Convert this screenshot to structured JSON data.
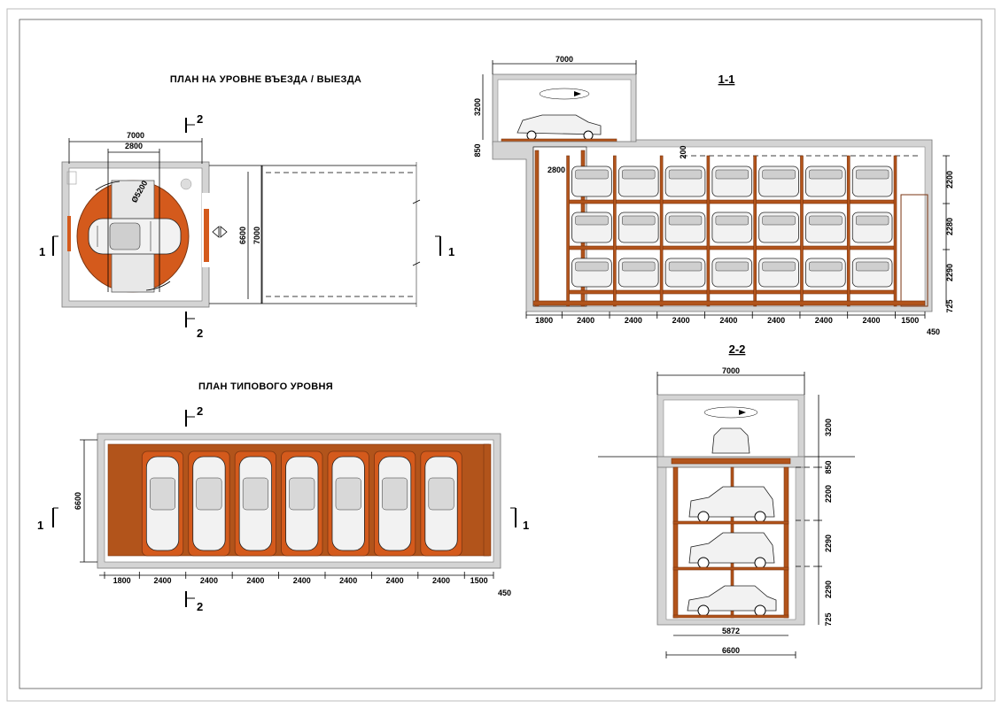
{
  "titles": {
    "plan_entry": "ПЛАН  НА  УРОВНЕ  ВЪЕЗДА / ВЫЕЗДА",
    "plan_typical": "ПЛАН  ТИПОВОГО УРОВНЯ",
    "section_1": "1-1",
    "section_2": "2-2"
  },
  "section_marks": {
    "mark_1": "1",
    "mark_2": "2"
  },
  "plan_entry": {
    "width": "7000",
    "turntable": "2800",
    "diameter": "Ø5200",
    "inner_height": "6600",
    "outer_height": "7000"
  },
  "plan_typical": {
    "height": "6600",
    "bays": [
      "1800",
      "2400",
      "2400",
      "2400",
      "2400",
      "2400",
      "2400",
      "2400",
      "1500"
    ],
    "end": "450"
  },
  "section_1_1": {
    "top_width": "7000",
    "cabin_height": "3200",
    "slab": "850",
    "shaft": "2800",
    "gap": "200",
    "levels": [
      "2200",
      "2280",
      "2290"
    ],
    "pit": "725",
    "bays": [
      "1800",
      "2400",
      "2400",
      "2400",
      "2400",
      "2400",
      "2400",
      "2400",
      "1500"
    ],
    "end": "450"
  },
  "section_2_2": {
    "top_width": "7000",
    "cabin_height": "3200",
    "slab": "850",
    "levels": [
      "2200",
      "2290",
      "2290"
    ],
    "pit": "725",
    "inner_width": "5872",
    "outer_width": "6600"
  },
  "colors": {
    "steel": "#b2541b",
    "bay": "#d45a1c",
    "wall": "#d4d4d4"
  }
}
